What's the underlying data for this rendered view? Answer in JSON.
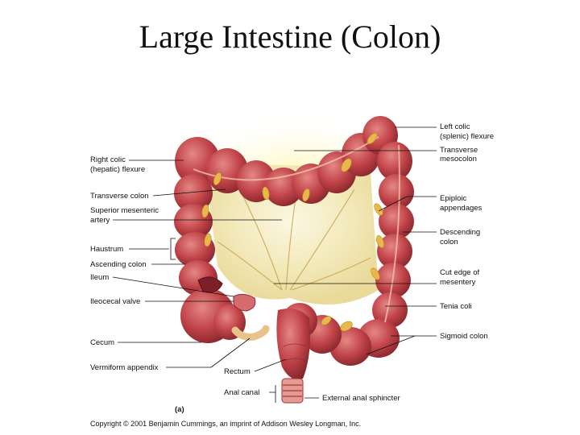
{
  "title": "Large Intestine (Colon)",
  "figure_letter": "(a)",
  "copyright": "Copyright © 2001 Benjamin Cummings, an imprint of Addison Wesley Longman, Inc.",
  "labels_left": {
    "right_colic_1": "Right colic",
    "right_colic_2": "(hepatic) flexure",
    "transverse_colon": "Transverse colon",
    "sup_mesenteric_1": "Superior mesenteric",
    "sup_mesenteric_2": "artery",
    "haustrum": "Haustrum",
    "ascending_colon": "Ascending colon",
    "ileum": "Ileum",
    "ileocecal_valve": "Ileocecal valve",
    "cecum": "Cecum",
    "vermiform_appendix": "Vermiform appendix"
  },
  "labels_right": {
    "left_colic_1": "Left colic",
    "left_colic_2": "(splenic) flexure",
    "transverse_mesocolon_1": "Transverse",
    "transverse_mesocolon_2": "mesocolon",
    "epiploic_1": "Epiploic",
    "epiploic_2": "appendages",
    "descending_1": "Descending",
    "descending_2": "colon",
    "cut_edge_1": "Cut edge of",
    "cut_edge_2": "mesentery",
    "tenia_coli": "Tenia coli",
    "sigmoid_colon": "Sigmoid colon"
  },
  "labels_bottom": {
    "rectum": "Rectum",
    "anal_canal": "Anal canal",
    "external_anal_sphincter": "External anal sphincter"
  },
  "colors": {
    "colon": "#c2454a",
    "colon_dark": "#8f2a30",
    "colon_light": "#e07a78",
    "fat": "#e8b94a",
    "mesentery": "#f3ecc0"
  }
}
